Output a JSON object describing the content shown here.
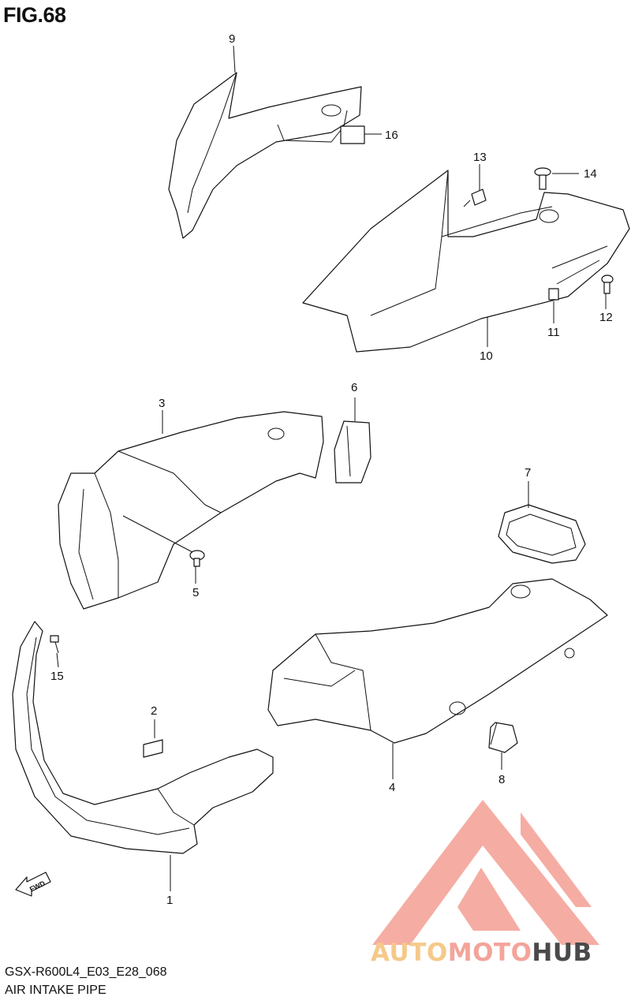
{
  "figure": {
    "title": "FIG.68",
    "code": "GSX-R600L4_E03_E28_068",
    "name": "AIR INTAKE PIPE"
  },
  "parts": [
    "1",
    "2",
    "3",
    "4",
    "5",
    "6",
    "7",
    "8",
    "9",
    "10",
    "11",
    "12",
    "13",
    "14",
    "15",
    "16"
  ],
  "fwd_label": "FWD",
  "watermark": {
    "part1": "AUTO",
    "part2": "MOTO",
    "part3": "HUB",
    "color_1": "#f5c98a",
    "color_2": "#f4a49a",
    "color_3": "#4a4a4a"
  },
  "colors": {
    "line": "#111111",
    "logo": "#f4a49a"
  }
}
